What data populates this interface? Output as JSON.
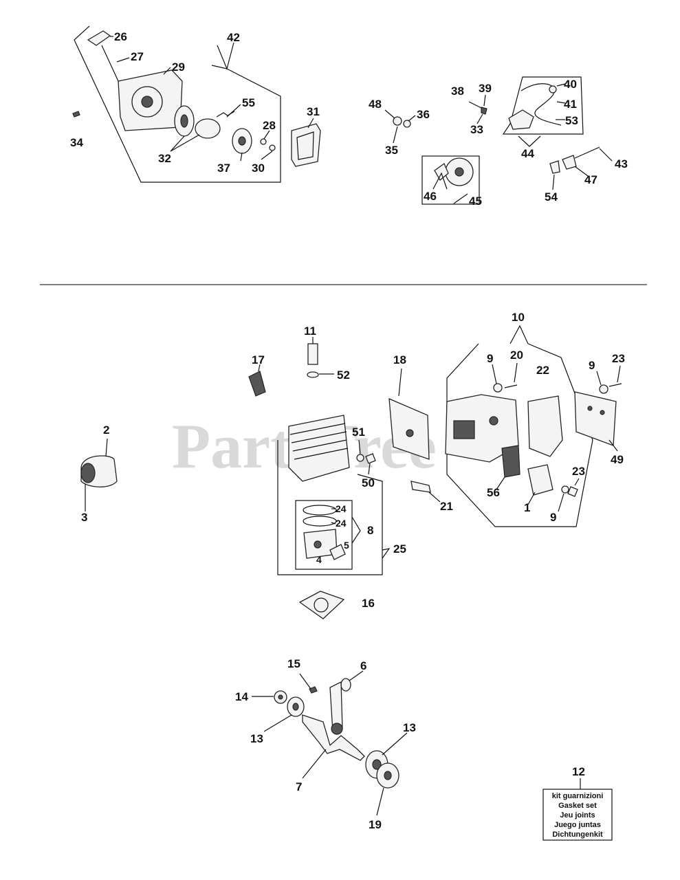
{
  "watermark": "PartsTree",
  "gasket_kit": {
    "number": "12",
    "lines": [
      "kit guarnizioni",
      "Gasket set",
      "Jeu joints",
      "Juego juntas",
      "Dichtungenkit"
    ]
  },
  "labels": {
    "p26": "26",
    "p27": "27",
    "p29": "29",
    "p42": "42",
    "p55": "55",
    "p28": "28",
    "p34": "34",
    "p32": "32",
    "p37": "37",
    "p30": "30",
    "p31": "31",
    "p48": "48",
    "p36": "36",
    "p35": "35",
    "p38": "38",
    "p39": "39",
    "p33": "33",
    "p40": "40",
    "p41": "41",
    "p53": "53",
    "p44": "44",
    "p46": "46",
    "p45": "45",
    "p43": "43",
    "p47": "47",
    "p54": "54",
    "p10": "10",
    "p11": "11",
    "p52": "52",
    "p17": "17",
    "p18": "18",
    "p9a": "9",
    "p20": "20",
    "p22": "22",
    "p9b": "9",
    "p23a": "23",
    "p49": "49",
    "p2": "2",
    "p3": "3",
    "p51": "51",
    "p50": "50",
    "p21": "21",
    "p56": "56",
    "p1": "1",
    "p23b": "23",
    "p9c": "9",
    "p24a": "24",
    "p24b": "24",
    "p8": "8",
    "p5": "5",
    "p4": "4",
    "p25": "25",
    "p16": "16",
    "p15": "15",
    "p6": "6",
    "p14": "14",
    "p13a": "13",
    "p13b": "13",
    "p7": "7",
    "p19": "19"
  }
}
